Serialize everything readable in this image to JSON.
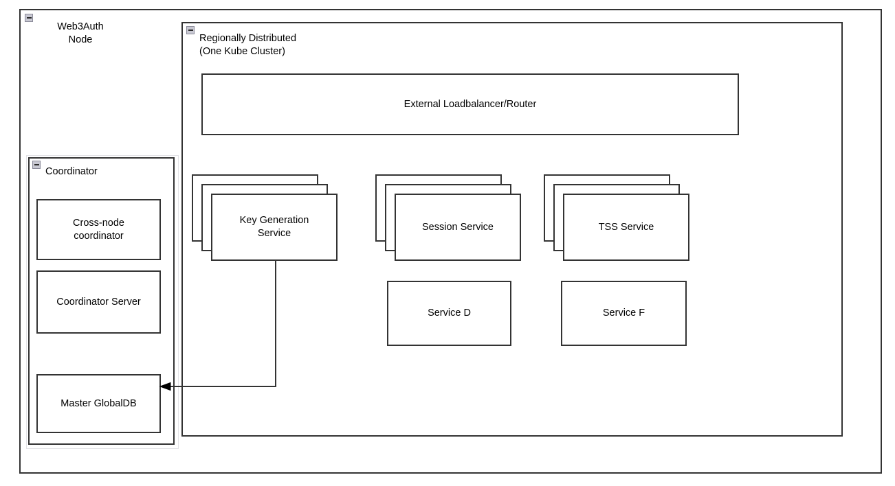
{
  "diagram": {
    "type": "architecture-diagram",
    "background": "#ffffff",
    "line_color": "#333333",
    "icon_color": "#c8c8d2"
  },
  "outer_container": {
    "title": "Web3Auth\nNode",
    "collapse_icon": "collapse-minus-icon"
  },
  "cluster_container": {
    "title": "Regionally Distributed\n(One Kube Cluster)",
    "collapse_icon": "collapse-minus-icon"
  },
  "loadbalancer": {
    "label": "External Loadbalancer/Router"
  },
  "coordinator_panel": {
    "title": "Coordinator",
    "collapse_icon": "collapse-minus-icon",
    "items": [
      {
        "label": "Cross-node\ncoordinator"
      },
      {
        "label": "Coordinator Server"
      },
      {
        "label": "Master GlobalDB"
      }
    ]
  },
  "services": {
    "stacked": [
      {
        "label": "Key Generation\nService",
        "copies": 3
      },
      {
        "label": "Session Service",
        "copies": 3
      },
      {
        "label": "TSS Service",
        "copies": 3
      }
    ],
    "single": [
      {
        "label": "Service D"
      },
      {
        "label": "Service F"
      }
    ]
  },
  "connections": [
    {
      "from": "Key Generation Service",
      "to": "Master GlobalDB",
      "arrow": "single-arrow-left"
    }
  ]
}
